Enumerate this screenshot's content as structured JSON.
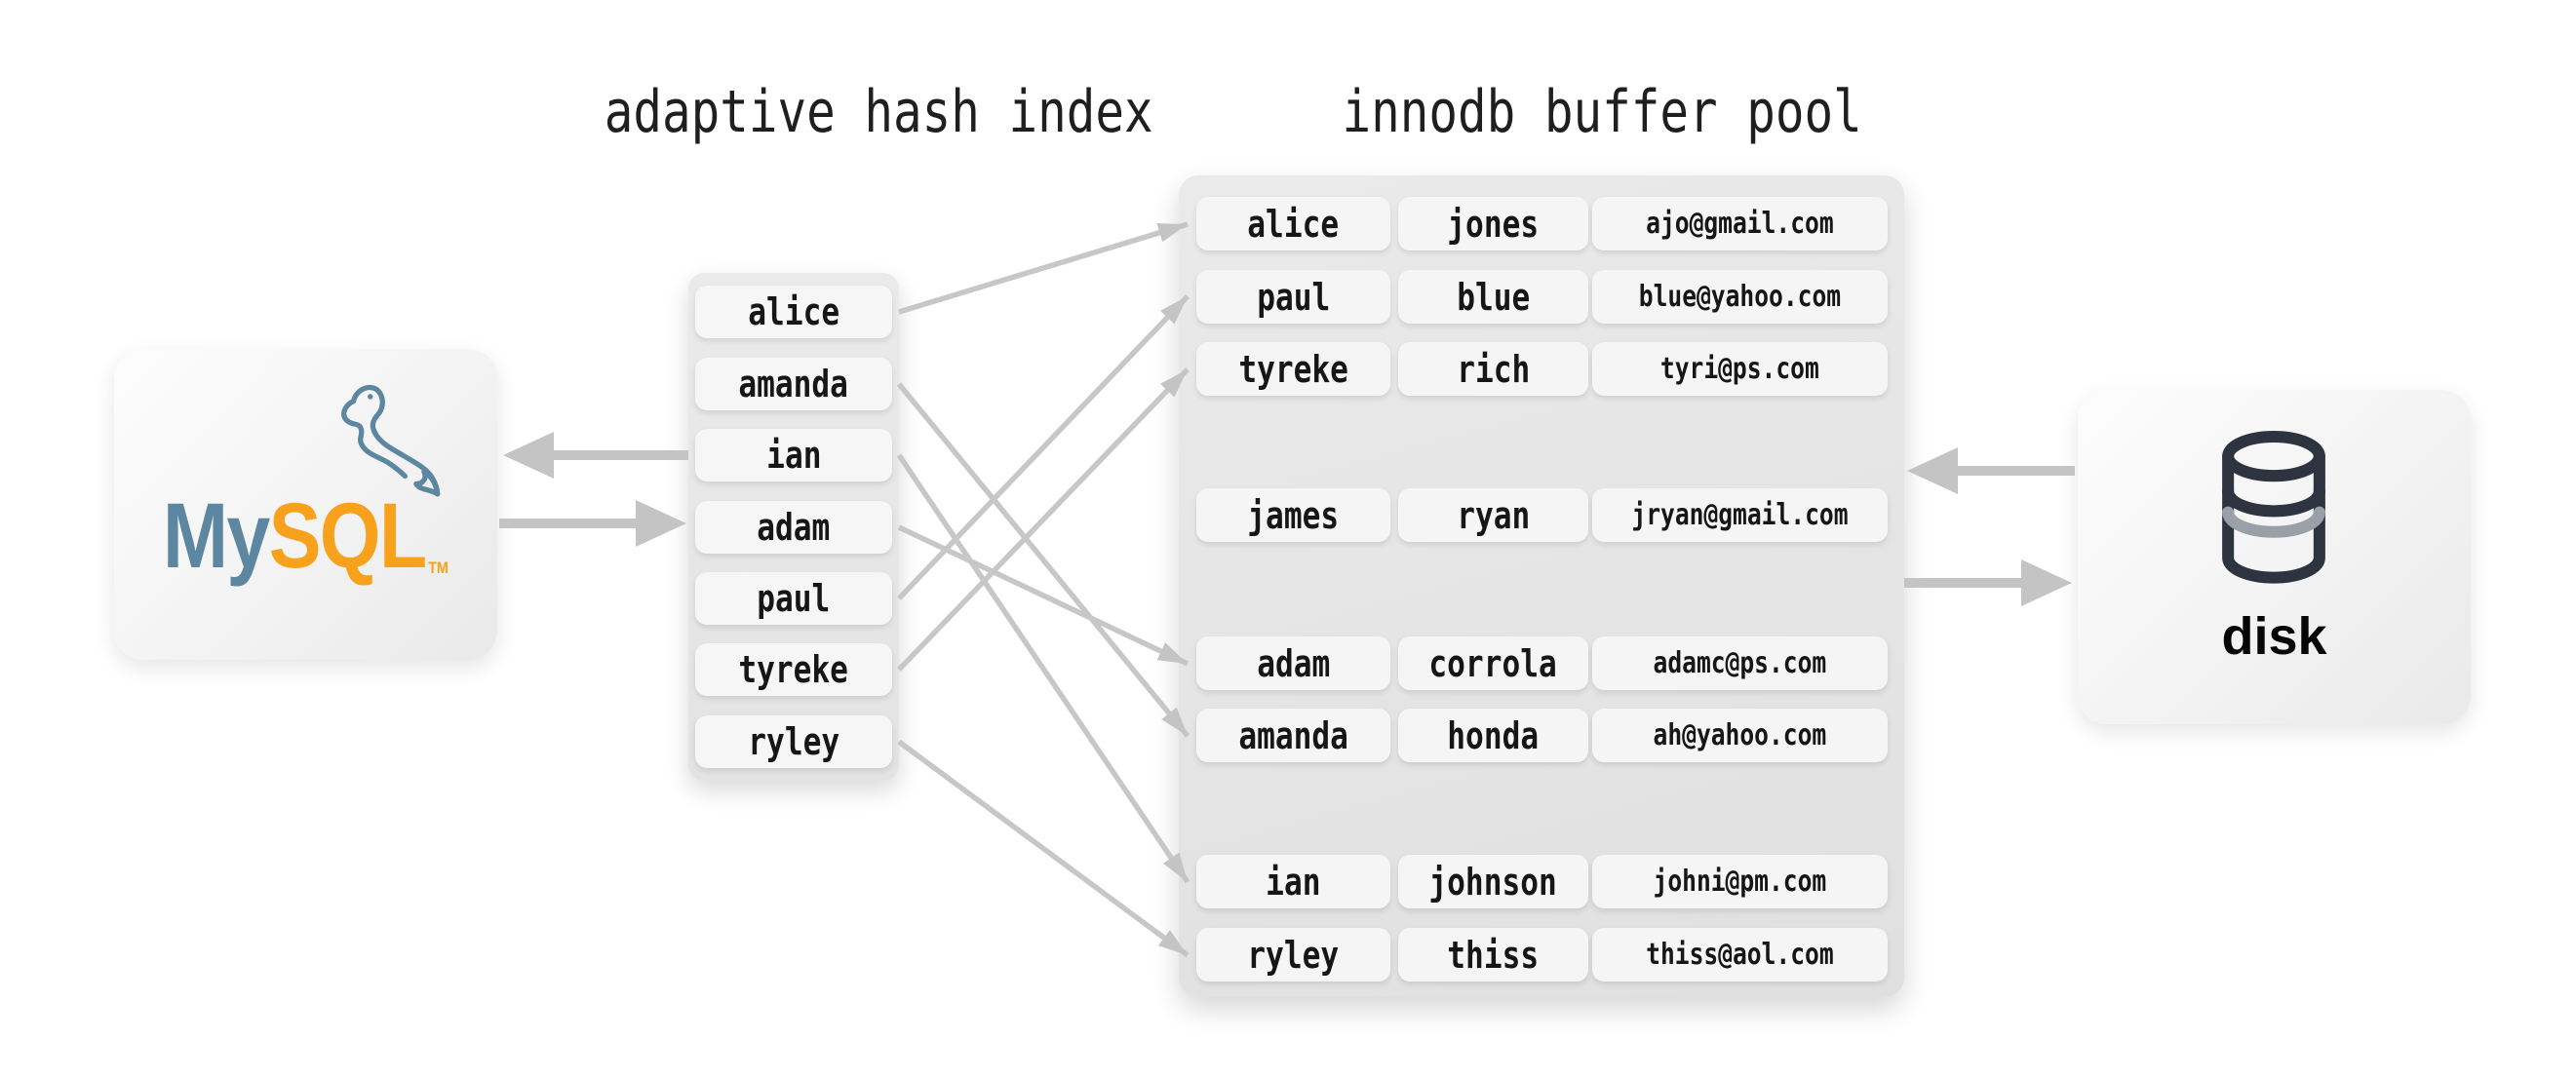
{
  "titles": {
    "hash_index": "adaptive hash index",
    "buffer_pool": "innodb buffer pool"
  },
  "mysql_node": {
    "wordmark_my": "My",
    "wordmark_sql": "SQL",
    "trademark": "TM",
    "dolphin_icon": "mysql-dolphin-icon",
    "color_blue": "#5d87a1",
    "color_orange": "#f8a11c"
  },
  "disk_node": {
    "label": "disk",
    "icon": "database-cylinder-icon",
    "icon_color": "#2e3340",
    "icon_band_color": "#9aa0a8"
  },
  "hash_index": {
    "items": [
      "alice",
      "amanda",
      "ian",
      "adam",
      "paul",
      "tyreke",
      "ryley"
    ]
  },
  "buffer_pool": {
    "rows": [
      {
        "first_name": "alice",
        "last_name": "jones",
        "email": "ajo@gmail.com"
      },
      {
        "first_name": "paul",
        "last_name": "blue",
        "email": "blue@yahoo.com"
      },
      {
        "first_name": "tyreke",
        "last_name": "rich",
        "email": "tyri@ps.com"
      },
      {
        "first_name": "james",
        "last_name": "ryan",
        "email": "jryan@gmail.com"
      },
      {
        "first_name": "adam",
        "last_name": "corrola",
        "email": "adamc@ps.com"
      },
      {
        "first_name": "amanda",
        "last_name": "honda",
        "email": "ah@yahoo.com"
      },
      {
        "first_name": "ian",
        "last_name": "johnson",
        "email": "johni@pm.com"
      },
      {
        "first_name": "ryley",
        "last_name": "thiss",
        "email": "thiss@aol.com"
      }
    ]
  },
  "connections": {
    "hash_to_buffer": [
      {
        "from": "alice",
        "to": "alice jones"
      },
      {
        "from": "amanda",
        "to": "amanda honda"
      },
      {
        "from": "ian",
        "to": "ian johnson"
      },
      {
        "from": "adam",
        "to": "adam corrola"
      },
      {
        "from": "paul",
        "to": "paul blue"
      },
      {
        "from": "tyreke",
        "to": "tyreke rich"
      },
      {
        "from": "ryley",
        "to": "ryley thiss"
      }
    ],
    "mysql_hash_arrows": [
      "hash-to-mysql",
      "mysql-to-hash"
    ],
    "buffer_disk_arrows": [
      "disk-to-buffer",
      "buffer-to-disk"
    ]
  },
  "colors": {
    "arrow": "#c4c4c4",
    "link_line": "#c7c7c7",
    "panel_bg": "#e7e7e7",
    "cell_bg": "#f5f5f5",
    "text": "#161616"
  }
}
